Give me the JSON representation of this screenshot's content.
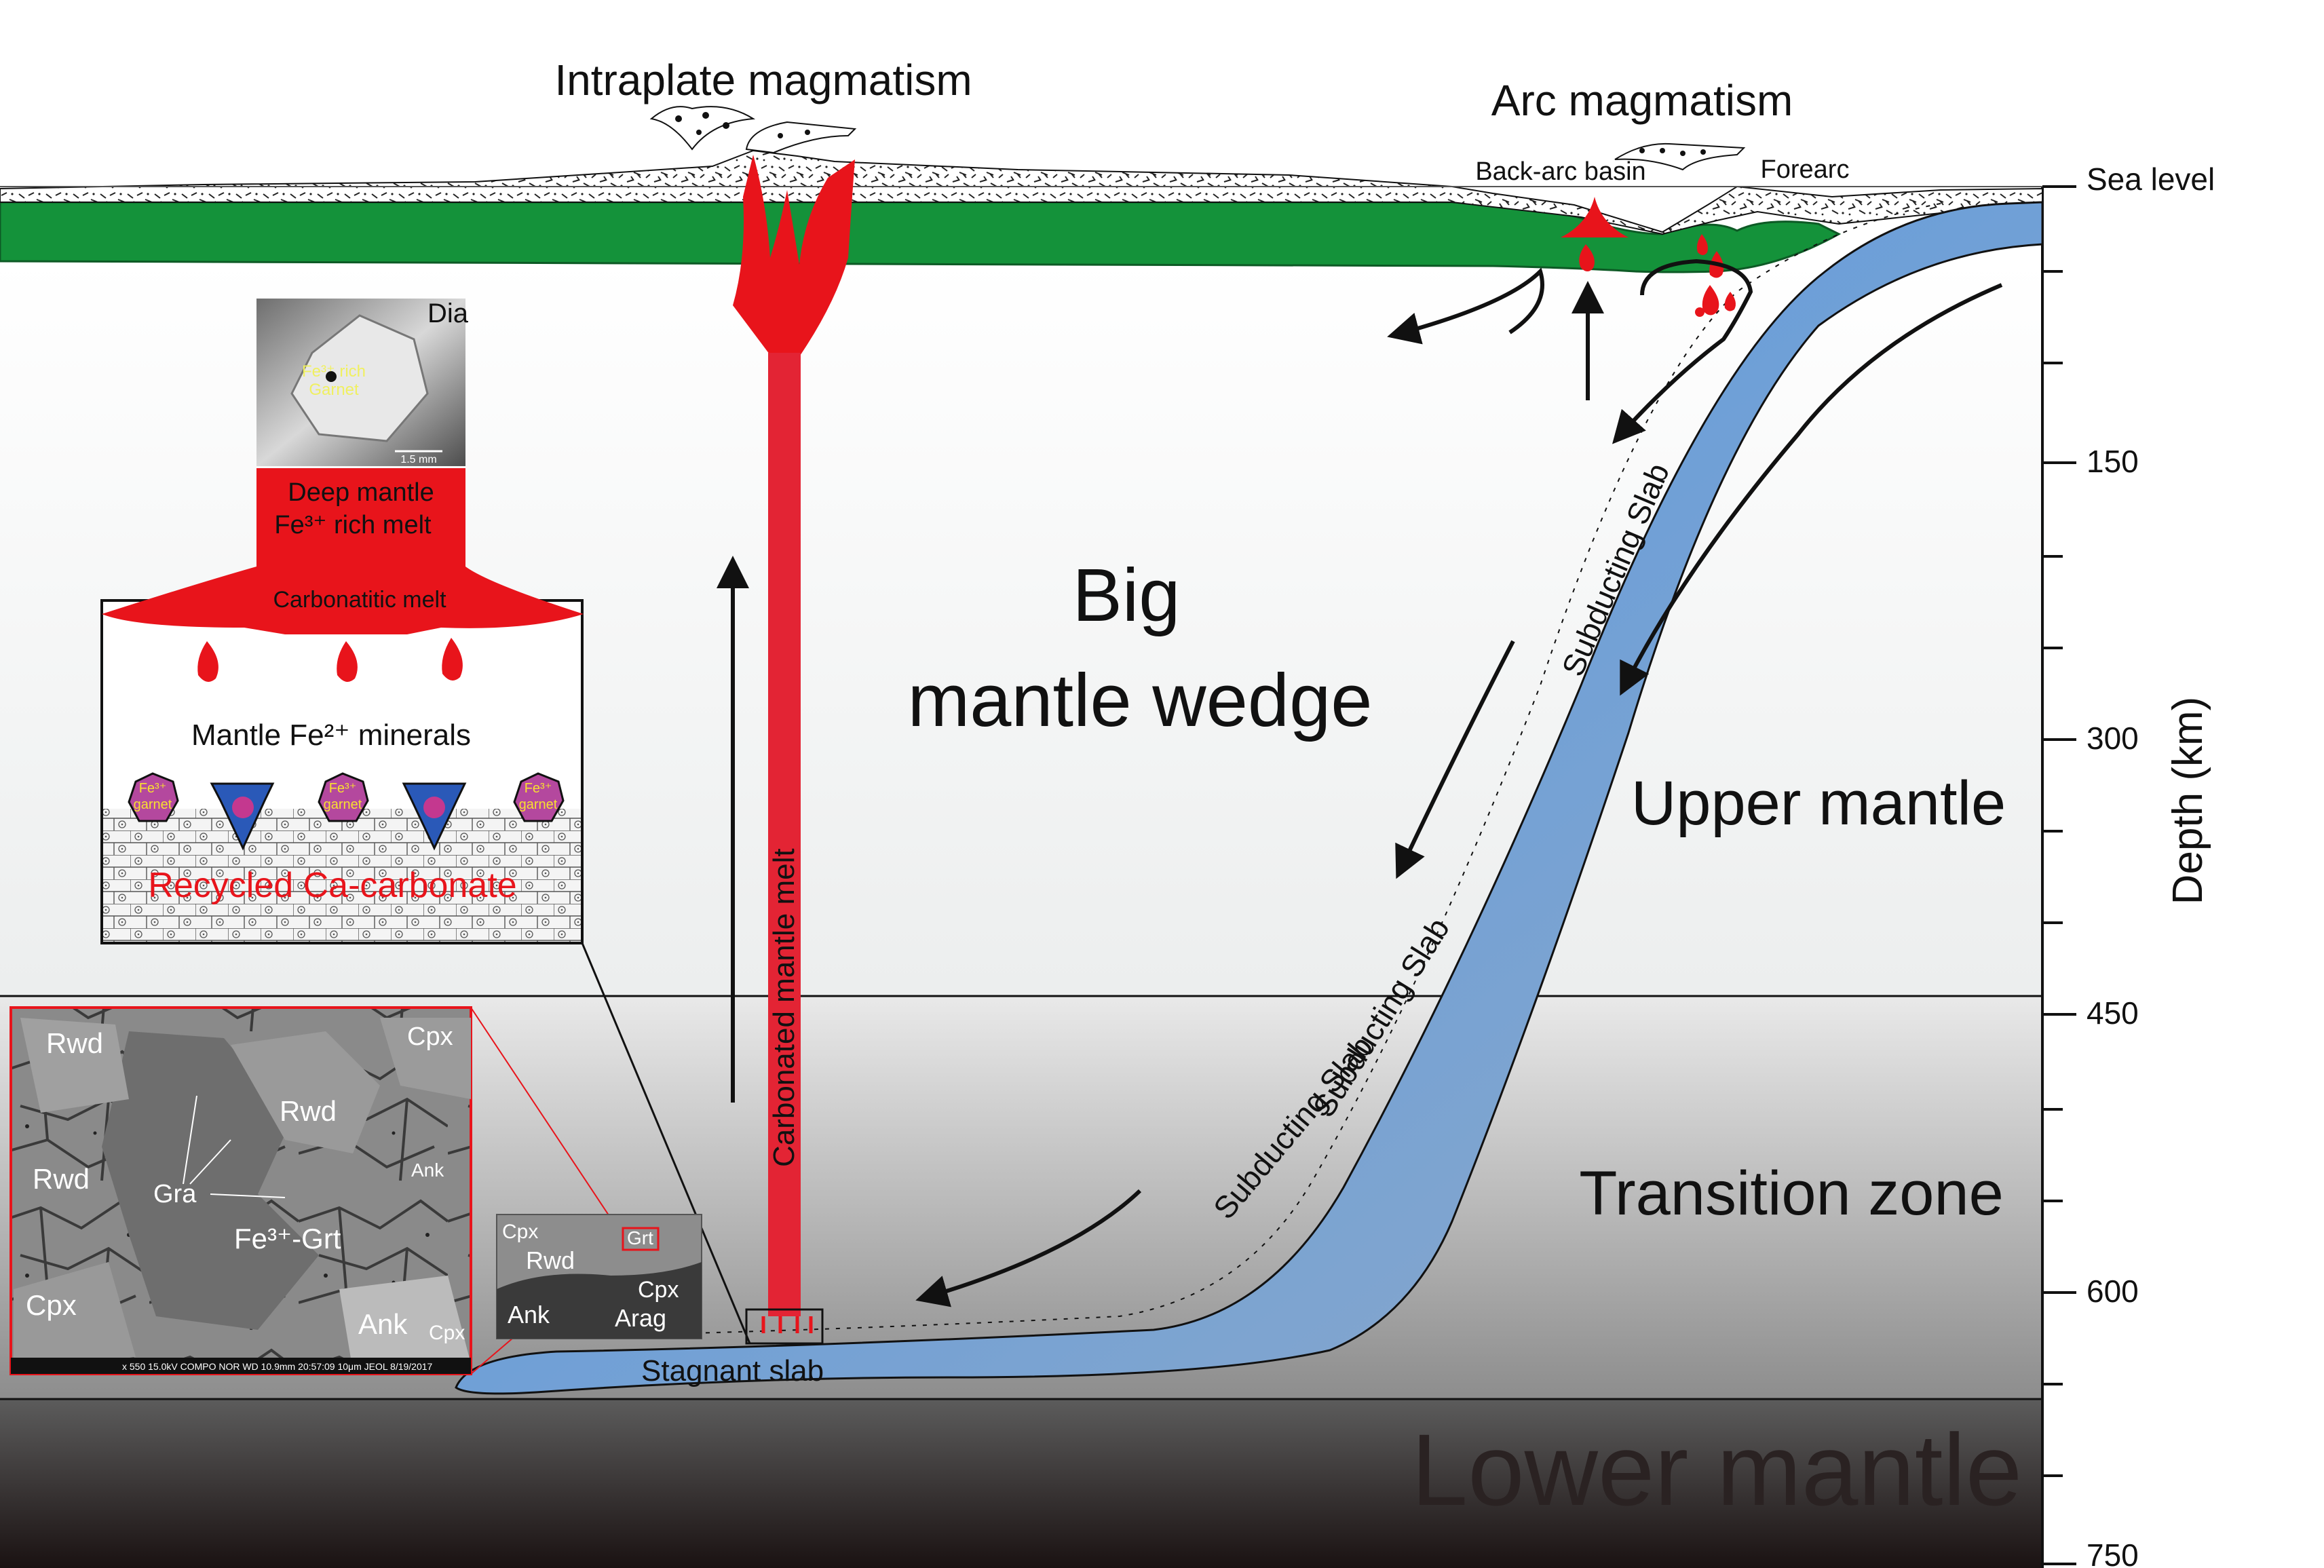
{
  "labels": {
    "intraplate": "Intraplate magmatism",
    "arc": "Arc magmatism",
    "back_arc": "Back-arc basin",
    "forearc": "Forearc",
    "sea_level": "Sea level",
    "big": "Big",
    "mantle_wedge": "mantle  wedge",
    "upper_mantle": "Upper mantle",
    "transition_zone": "Transition zone",
    "lower_mantle": "Lower mantle",
    "subducting_slab": "Subducting Slab",
    "stagnant_slab": "Stagnant slab",
    "carbonated_melt": "Carbonated mantle melt",
    "depth_axis": "Depth (km)"
  },
  "depth_ticks": [
    "150",
    "300",
    "450",
    "600",
    "750"
  ],
  "inset": {
    "dia": "Dia",
    "dia_inclusion_1": "Fe³⁺ rich",
    "dia_inclusion_2": "Garnet",
    "scale": "1.5 mm",
    "deep_melt_1": "Deep mantle",
    "deep_melt_2": "Fe³⁺ rich melt",
    "carbonatitic": "Carbonatitic melt",
    "mantle_minerals": "Mantle Fe²⁺ minerals",
    "garnet_top": "Fe³⁺",
    "garnet_bottom": "garnet",
    "recycled": "Recycled Ca-carbonate"
  },
  "sem": {
    "rwd1": "Rwd",
    "rwd2": "Rwd",
    "rwd3": "Rwd",
    "cpx1": "Cpx",
    "cpx2": "Cpx",
    "cpx3": "Cpx",
    "ank1": "Ank",
    "ank2": "Ank",
    "gra": "Gra",
    "grt": "Fe³⁺-Grt",
    "footer": "x 550     15.0kV COMPO     NOR     WD 10.9mm 20:57:09     10μm JEOL     8/19/2017"
  },
  "sem_small": {
    "cpx_a": "Cpx",
    "rwd": "Rwd",
    "grt": "Grt",
    "cpx_b": "Cpx",
    "ank": "Ank",
    "arag": "Arag"
  },
  "colors": {
    "crust_green": "#14923a",
    "melt_red": "#e8141b",
    "slab_blue": "#2f7fd0",
    "diamond_blue": "#2a59b8",
    "garnet_magenta": "#b4489e"
  }
}
